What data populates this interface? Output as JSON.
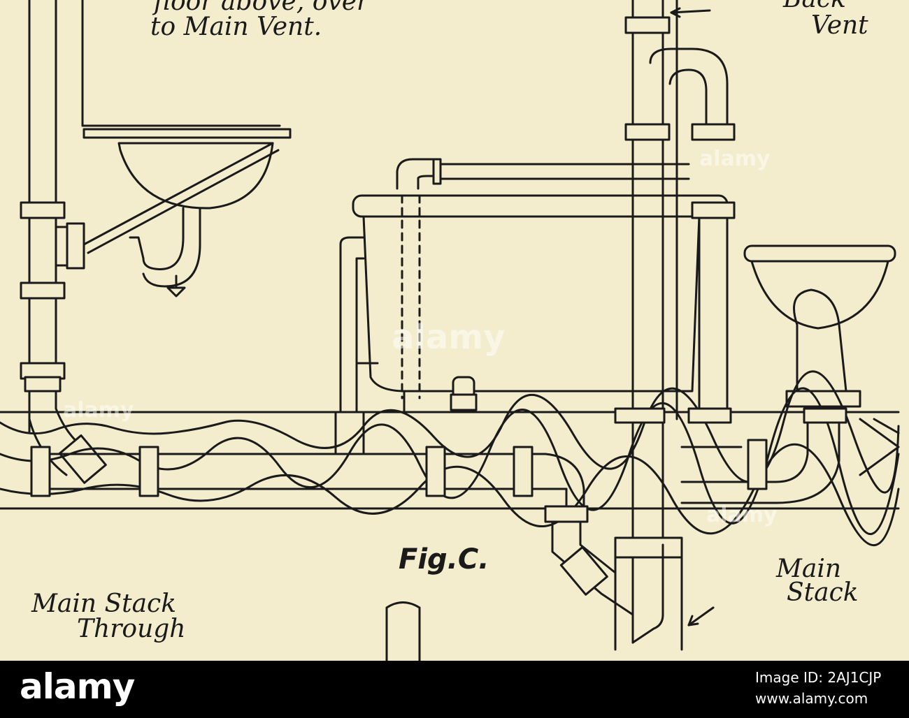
{
  "figure": {
    "caption": "Fig.C.",
    "labels": {
      "top_left_line1": "floor above, over",
      "top_left_line2": "to Main Vent.",
      "top_right_line1": "Back",
      "top_right_line2": "Vent",
      "main_stack_right_line1": "Main",
      "main_stack_right_line2": "Stack",
      "main_stack_left_line1": "Main Stack",
      "main_stack_left_line2": "Through"
    }
  },
  "watermark": {
    "text": "alamy"
  },
  "footer": {
    "brand": "alamy",
    "image_id": "Image ID: 2AJ1CJP",
    "url": "www.alamy.com"
  },
  "colors": {
    "paper": "#f3eccd",
    "ink": "#1a1a1a",
    "footer_bg": "#000000"
  }
}
